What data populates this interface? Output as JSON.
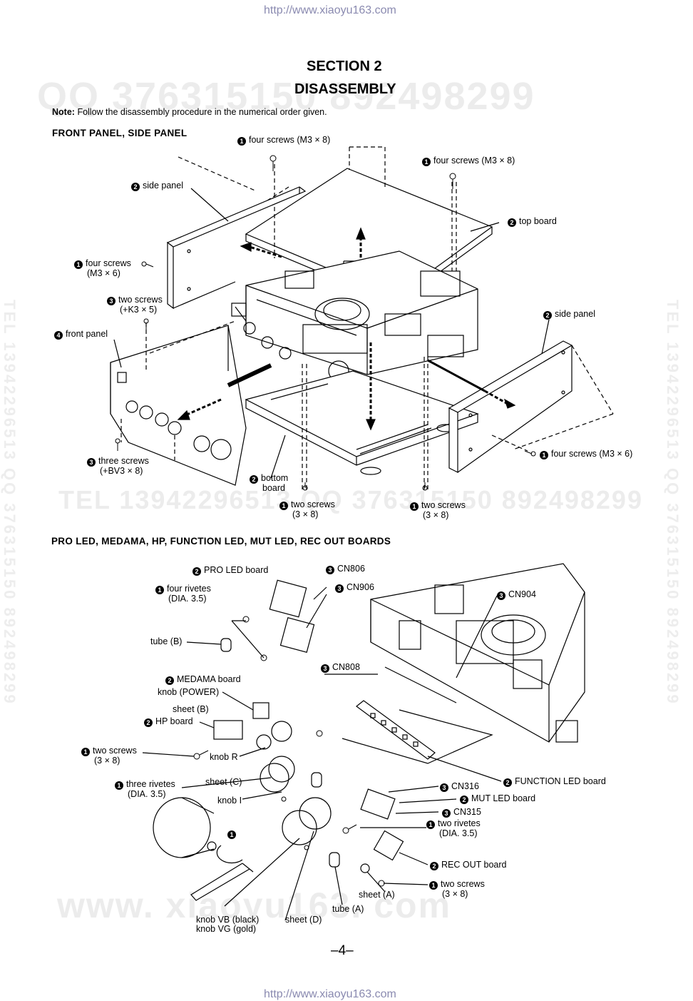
{
  "header_url": "http://www.xiaoyu163.com",
  "footer_url": "http://www.xiaoyu163.com",
  "watermarks": {
    "top": "QQ 376315150   892498299",
    "mid": "TEL 13942296513   QQ 376315150  892498299",
    "bottom": "www. xiaoyu163. com",
    "side": "TEL 13942296513  QQ 376315150  892498299"
  },
  "section_title": "SECTION  2",
  "section_subtitle": "DISASSEMBLY",
  "note_label": "Note:",
  "note_text": "Follow the disassembly procedure in the numerical order given.",
  "figure1": {
    "heading": "FRONT  PANEL,  SIDE  PANEL",
    "labels": [
      {
        "n": "1",
        "text": "four screws (M3 × 8)"
      },
      {
        "n": "1",
        "text": "four screws (M3 × 8)"
      },
      {
        "n": "2",
        "text": "side panel"
      },
      {
        "n": "2",
        "text": "top board"
      },
      {
        "n": "1",
        "text": "four screws",
        "text2": "(M3 × 6)"
      },
      {
        "n": "3",
        "text": "two screws",
        "text2": "(+K3 × 5)"
      },
      {
        "n": "2",
        "text": "side panel"
      },
      {
        "n": "4",
        "text": "front panel"
      },
      {
        "n": "1",
        "text": "four screws (M3 × 6)"
      },
      {
        "n": "3",
        "text": "three screws",
        "text2": "(+BV3 × 8)"
      },
      {
        "n": "2",
        "text": "bottom",
        "text2": "board"
      },
      {
        "n": "1",
        "text": "two screws",
        "text2": "(3 × 8)"
      },
      {
        "n": "1",
        "text": "two screws",
        "text2": "(3 × 8)"
      }
    ]
  },
  "figure2": {
    "heading": "PRO  LED,  MEDAMA,  HP,  FUNCTION  LED,  MUT  LED,  REC  OUT  BOARDS",
    "labels": [
      {
        "n": "2",
        "text": "PRO LED board"
      },
      {
        "n": "3",
        "text": "CN806"
      },
      {
        "n": "1",
        "text": "four rivetes",
        "text2": "(DIA. 3.5)"
      },
      {
        "n": "3",
        "text": "CN906"
      },
      {
        "n": "3",
        "text": "CN904"
      },
      {
        "n": "",
        "text": "tube (B)"
      },
      {
        "n": "3",
        "text": "CN808"
      },
      {
        "n": "2",
        "text": "MEDAMA board"
      },
      {
        "n": "",
        "text": "knob (POWER)"
      },
      {
        "n": "",
        "text": "sheet (B)"
      },
      {
        "n": "2",
        "text": "HP board"
      },
      {
        "n": "1",
        "text": "two screws",
        "text2": "(3 × 8)"
      },
      {
        "n": "",
        "text": "knob R"
      },
      {
        "n": "1",
        "text": "three rivetes",
        "text2": "(DIA. 3.5)"
      },
      {
        "n": "",
        "text": "sheet (C)"
      },
      {
        "n": "",
        "text": "knob I"
      },
      {
        "n": "2",
        "text": "FUNCTION LED board"
      },
      {
        "n": "3",
        "text": "CN316"
      },
      {
        "n": "2",
        "text": "MUT LED board"
      },
      {
        "n": "3",
        "text": "CN315"
      },
      {
        "n": "1",
        "text": "two rivetes",
        "text2": "(DIA. 3.5)"
      },
      {
        "n": "1",
        "text": ""
      },
      {
        "n": "2",
        "text": "REC OUT board"
      },
      {
        "n": "1",
        "text": "two screws",
        "text2": "(3 × 8)"
      },
      {
        "n": "",
        "text": "sheet (A)"
      },
      {
        "n": "",
        "text": "tube (A)"
      },
      {
        "n": "",
        "text": "knob VB (black)",
        "text2": "knob VG (gold)"
      },
      {
        "n": "",
        "text": "sheet (D)"
      }
    ]
  },
  "page_number": "–4–"
}
